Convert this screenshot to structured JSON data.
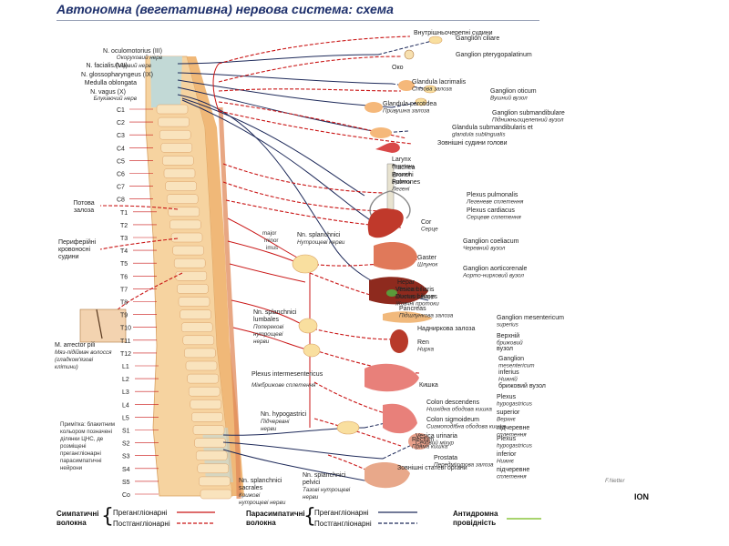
{
  "title": "Автономна (вегетативна) нервова система: схема",
  "cranial_nerves": [
    {
      "latin": "N. oculomotorius (III)",
      "ukr": "Окоруховий нерв"
    },
    {
      "latin": "N. facialis (VII)",
      "ukr": "Лицевий нерв"
    },
    {
      "latin": "N. glossopharyngeus (IX)",
      "ukr": ""
    },
    {
      "latin": "Medulla oblongata",
      "ukr": ""
    },
    {
      "latin": "N. vagus (X)",
      "ukr": "Блукаючий нерв"
    }
  ],
  "segments": [
    "C1",
    "C2",
    "C3",
    "C4",
    "C5",
    "C6",
    "C7",
    "C8",
    "T1",
    "T2",
    "T3",
    "T4",
    "T5",
    "T6",
    "T7",
    "T8",
    "T9",
    "T10",
    "T11",
    "T12",
    "L1",
    "L2",
    "L3",
    "L4",
    "L5",
    "S1",
    "S2",
    "S3",
    "S4",
    "S5",
    "Co"
  ],
  "left_labels": {
    "sweat_gland": [
      "Потова",
      "залоза"
    ],
    "peripheral_vessels": [
      "Периферійні",
      "кровоносні",
      "судини"
    ],
    "arrector": [
      "M. arrector pili",
      "Мяз-підіймач волосся",
      "(гладком'язові",
      "клітини)"
    ],
    "note": [
      "Примітка: блакитним",
      "кольором позначені",
      "ділянки ЦНС, де",
      "розміщені",
      "прегангліонарні",
      "парасимпатичні",
      "нейрони"
    ]
  },
  "mid_labels": {
    "splanchnici_major": [
      "major",
      "minor",
      "imus"
    ],
    "splanchnici": [
      "Nn. splanchnici",
      "Нутрощеві нерви"
    ],
    "lumbales": [
      "Nn. splanchnici",
      "lumbales",
      "Поперекові",
      "нутрощеві",
      "нерви"
    ],
    "intermesentericus": [
      "Plexus intermesentericus",
      "Міжбрижове сплетення"
    ],
    "hypogastrici": [
      "Nn. hypogastrici",
      "Підчеревні",
      "нерви"
    ],
    "sacrales": [
      "Nn. splanchnici",
      "sacrales",
      "Крижові",
      "нутрощеві нерви"
    ],
    "pelvici": [
      "Nn. splanchnici",
      "pelvici",
      "Тазові нутрощеві",
      "нерви"
    ]
  },
  "right_labels": [
    {
      "latin": "Внутрішньочерепні судини",
      "ukr": ""
    },
    {
      "latin": "Ganglion ciliare",
      "ukr": ""
    },
    {
      "latin": "Око",
      "ukr": ""
    },
    {
      "latin": "Ganglion pterygopalatinum",
      "ukr": ""
    },
    {
      "latin": "Glandula lacrimalis",
      "ukr": "Слізова залоза"
    },
    {
      "latin": "Ganglion oticum",
      "ukr": "Вушний вузол"
    },
    {
      "latin": "Glandula parotidea",
      "ukr": "Привушна залоза"
    },
    {
      "latin": "Ganglion submandibulare",
      "ukr": "Піднижньощелепний вузол"
    },
    {
      "latin": "Glandula submandibularis et",
      "ukr": "glandula sublingualis"
    },
    {
      "latin": "Зовнішні судини голови",
      "ukr": ""
    },
    {
      "latin": "Larynx",
      "ukr": "Гортань"
    },
    {
      "latin": "Trachea",
      "ukr": "Трахея"
    },
    {
      "latin": "Bronchi",
      "ukr": "Бронхи"
    },
    {
      "latin": "Pulmones",
      "ukr": "Легені"
    },
    {
      "latin": "Plexus pulmonalis",
      "ukr": "Легеневе сплетення"
    },
    {
      "latin": "Plexus cardiacus",
      "ukr": "Серцеве сплетення"
    },
    {
      "latin": "Cor",
      "ukr": "Серце"
    },
    {
      "latin": "Ganglion coeliacum",
      "ukr": "Черевний вузол"
    },
    {
      "latin": "Gaster",
      "ukr": "Шлунок"
    },
    {
      "latin": "Ganglion aorticorenale",
      "ukr": "Аорто-нирковий вузол"
    },
    {
      "latin": "Hepar",
      "ukr": "Печінка"
    },
    {
      "latin": "Vesica biliaris",
      "ukr": "Жовчний міхур"
    },
    {
      "latin": "Ductus biliares",
      "ukr": "Жовчні протоки"
    },
    {
      "latin": "Pancreas",
      "ukr": "Підшлункова залоза"
    },
    {
      "latin": "Ganglion mesentericum",
      "ukr": "superius"
    },
    {
      "latin": "Верхній",
      "ukr": "брижовий"
    },
    {
      "latin": "вузол",
      "ukr": ""
    },
    {
      "latin": "Надниркова залоза",
      "ukr": ""
    },
    {
      "latin": "Ren",
      "ukr": "Нирка"
    },
    {
      "latin": "Ganglion",
      "ukr": "mesentericum"
    },
    {
      "latin": "inferius",
      "ukr": "Нижній"
    },
    {
      "latin": "брижовий вузол",
      "ukr": ""
    },
    {
      "latin": "Кишка",
      "ukr": ""
    },
    {
      "latin": "Plexus",
      "ukr": "hypogastricus"
    },
    {
      "latin": "superior",
      "ukr": "Верхнє"
    },
    {
      "latin": "підчеревне",
      "ukr": "сплетення"
    },
    {
      "latin": "Colon descendens",
      "ukr": "Низхідна ободова кишка"
    },
    {
      "latin": "Colon sigmoideum",
      "ukr": "Сигмоподібна ободова кишка"
    },
    {
      "latin": "Rectum",
      "ukr": "Пряма кишка"
    },
    {
      "latin": "Plexus",
      "ukr": "hypogastricus"
    },
    {
      "latin": "inferior",
      "ukr": "Нижнє"
    },
    {
      "latin": "підчеревне",
      "ukr": "сплетення"
    },
    {
      "latin": "Vesica urinaria",
      "ukr": "Сечовий міхур"
    },
    {
      "latin": "Prostata",
      "ukr": "Передміхурова залоза"
    },
    {
      "latin": "Зовнішні статеві органи",
      "ukr": ""
    }
  ],
  "legend": {
    "symp": [
      "Симпатичні",
      "волокна"
    ],
    "symp_pre": "Прегангліонарні",
    "symp_post": "Постгангліонарні",
    "para": [
      "Парасимпатичні",
      "волокна"
    ],
    "para_pre": "Прегангліонарні",
    "para_post": "Постгангліонарні",
    "anti": [
      "Антидромна",
      "провідність"
    ]
  },
  "colors": {
    "sympathetic": "#c91414",
    "parasympathetic": "#1e2a5a",
    "antidromic": "#8cc63f",
    "spine": "#f3c48a",
    "cns_blue": "#bcd9dc"
  }
}
